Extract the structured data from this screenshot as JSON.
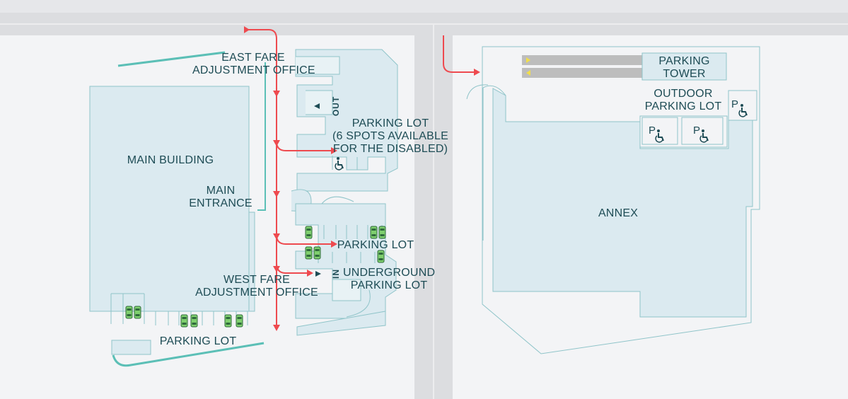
{
  "colors": {
    "background": "#f3f4f6",
    "road": "#dcdde0",
    "building_fill": "#dbeaf0",
    "building_stroke": "#8fc4c9",
    "route": "#ee4a4f",
    "wall": "#5bbfb6",
    "car": "#7fcf6e",
    "tower_stripe": "#bdbdbd",
    "tower_arrow": "#f1de4b",
    "label_text": "#1e4c55"
  },
  "labels": {
    "east_fare": [
      "EAST FARE",
      "ADJUSTMENT OFFICE"
    ],
    "main_building": "MAIN BUILDING",
    "main_entrance": [
      "MAIN",
      "ENTRANCE"
    ],
    "parking_lot_top": [
      "PARKING LOT",
      "(6 SPOTS AVAILABLE",
      "FOR THE DISABLED)"
    ],
    "parking_lot_mid": "PARKING LOT",
    "underground": [
      "UNDERGROUND",
      "PARKING LOT"
    ],
    "west_fare": [
      "WEST FARE",
      "ADJUSTMENT OFFICE"
    ],
    "parking_lot_bottom": "PARKING LOT",
    "parking_tower": [
      "PARKING",
      "TOWER"
    ],
    "outdoor_parking": [
      "OUTDOOR",
      "PARKING LOT"
    ],
    "annex": "ANNEX",
    "out_sign": "OUT",
    "in_sign": "IN"
  },
  "icons": {
    "wheelchair": "wheelchair-icon",
    "parking_accessible": "accessible-parking-icon",
    "car": "car-icon",
    "entry_arrow": "triangle-right-icon",
    "exit_arrow": "triangle-left-icon"
  }
}
